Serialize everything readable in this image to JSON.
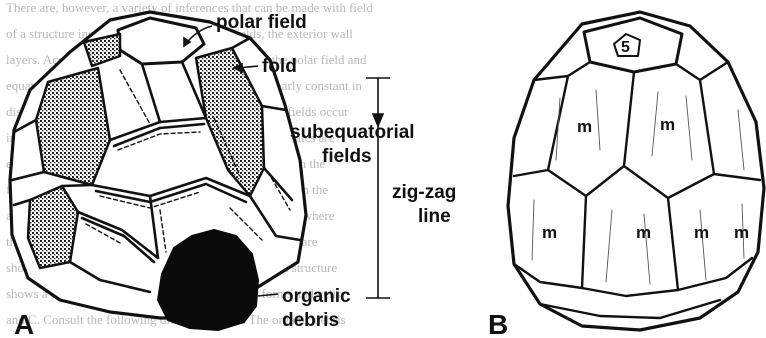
{
  "panels": {
    "a": {
      "letter": "A"
    },
    "b": {
      "letter": "B"
    }
  },
  "annotations": {
    "polar_field": "polar field",
    "fold": "fold",
    "subequatorial_1": "subequatorial",
    "subequatorial_2": "fields",
    "zigzag_1": "zig-zag",
    "zigzag_2": "line",
    "organic_1": "organic",
    "organic_2": "debris"
  },
  "panel_b": {
    "polar_number": "5",
    "field_marks": [
      "m",
      "m",
      "m",
      "m",
      "m",
      "m"
    ]
  },
  "background_text": [
    "There are, however, a variety of inferences that can be made with field",
    "of a structure including, with respect to the fields, the exterior wall",
    "layers. Accordingly, the shape of the plates around the polar field and",
    "equatorial areas in the outer walls are shown to be nearly constant in",
    "distributed in the equatorial region, and subequatorial fields occur",
    "in D. C., a dense the fields and others and many such plates are",
    "equatorial areas of different grouping but also nearly with the",
    "fields appear that numbers of fields have been observed in the",
    "a demonstration of the geometry on and below the fields where",
    "the latter when placed in open another surface, the walls are",
    "shows the when formed the other, shows areas of field structure",
    "shows a simple configuration in which the many forms and cells",
    "and C. Consult the following different shapes. The organic debris"
  ]
}
